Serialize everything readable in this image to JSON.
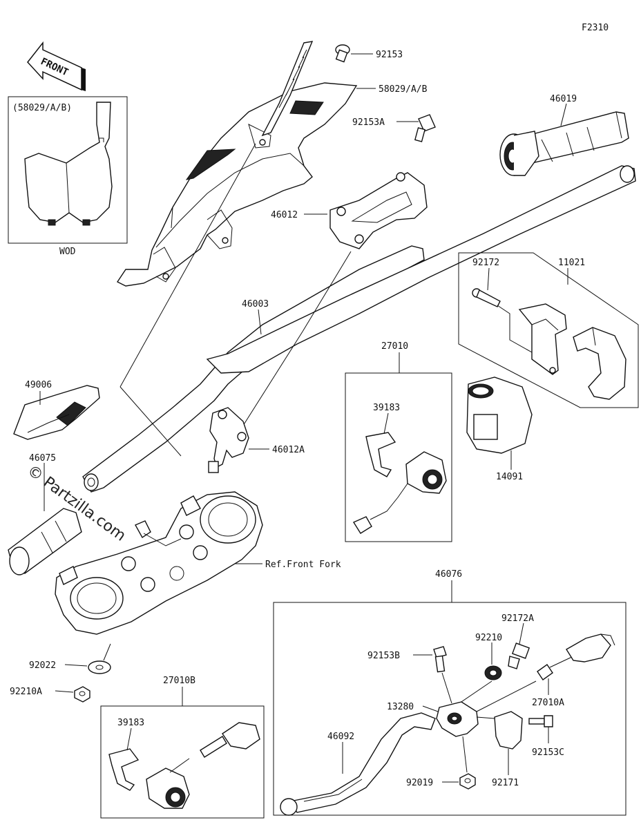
{
  "diagram": {
    "code": "F2310",
    "front_label": "FRONT",
    "watermark": "© Partzilla.com",
    "variant_note": "(58029/A/B)",
    "variant_caption": "WOD",
    "ref_front_fork": "Ref.Front Fork",
    "parts": {
      "p92153": "92153",
      "p58029": "58029/A/B",
      "p92153A": "92153A",
      "p46019": "46019",
      "p46012": "46012",
      "p92172": "92172",
      "p11021": "11021",
      "p46003": "46003",
      "p27010": "27010",
      "p39183a": "39183",
      "p49006": "49006",
      "p46012A": "46012A",
      "p46075": "46075",
      "p14091": "14091",
      "p46076": "46076",
      "p92172A": "92172A",
      "p92210": "92210",
      "p92153B": "92153B",
      "p27010A": "27010A",
      "p13280": "13280",
      "p46092": "46092",
      "p92153C": "92153C",
      "p92019": "92019",
      "p92171": "92171",
      "p92022": "92022",
      "p92210A": "92210A",
      "p27010B": "27010B",
      "p39183b": "39183"
    }
  }
}
